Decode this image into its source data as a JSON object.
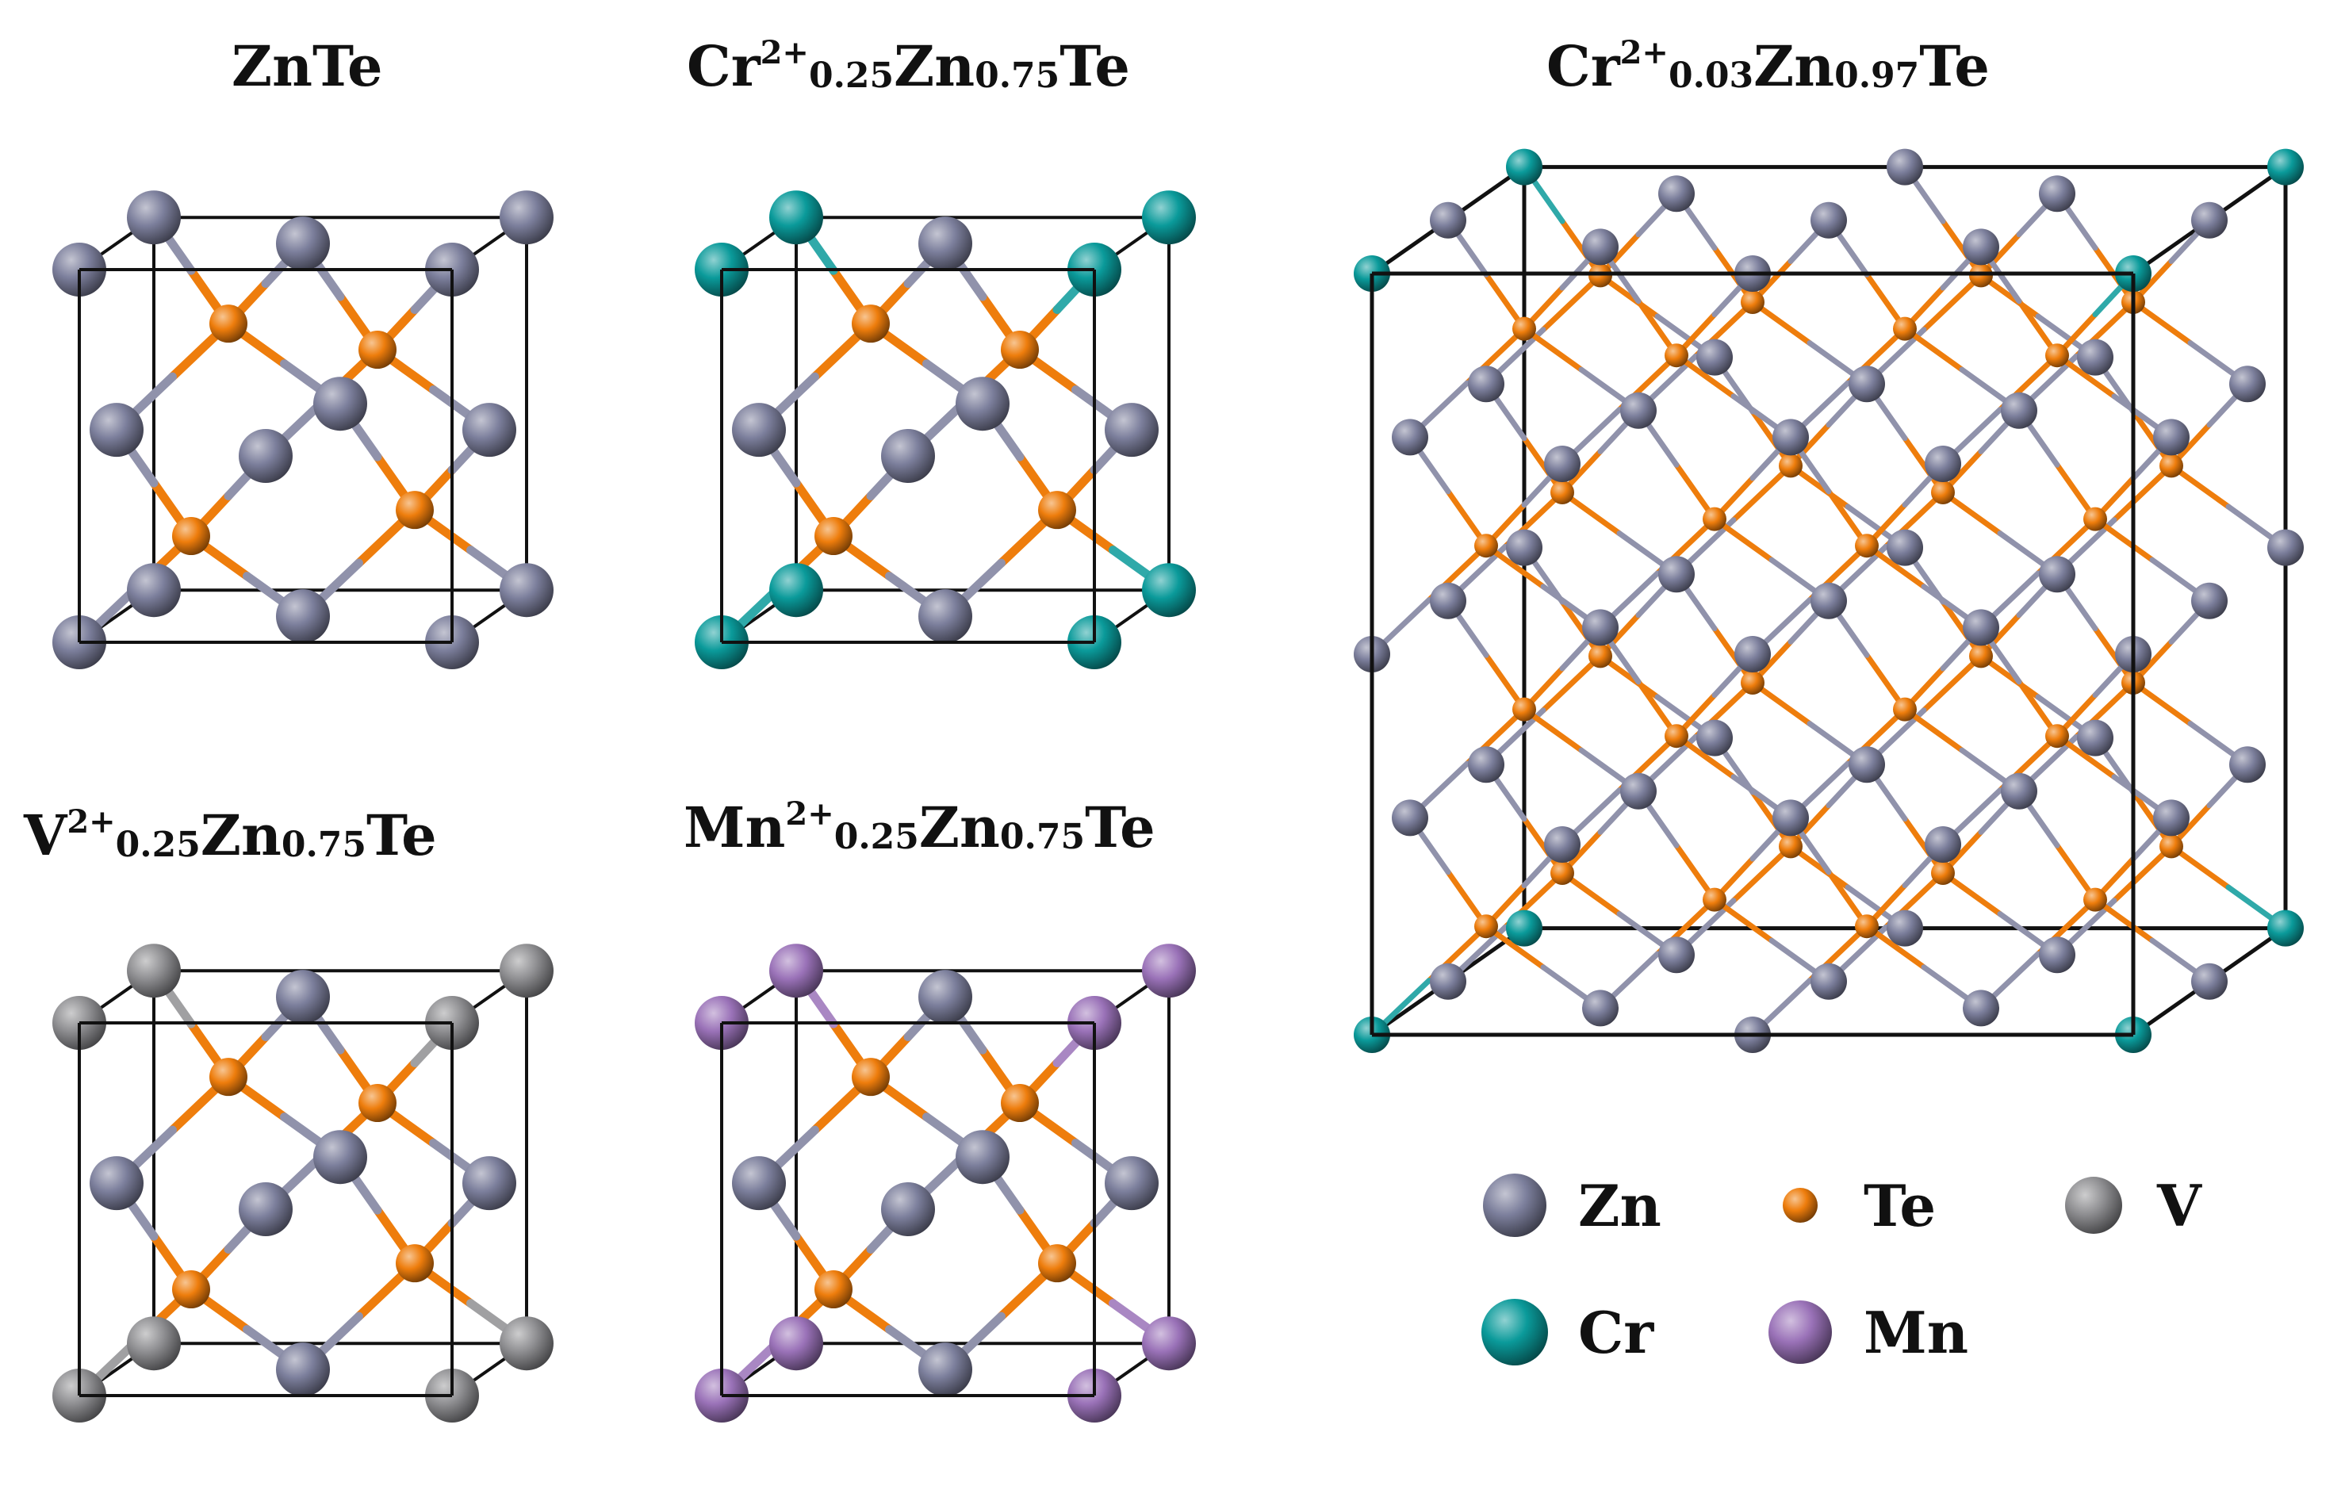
{
  "colors": {
    "zn": "#7c7f9c",
    "te": "#ee7d0c",
    "v": "#8f8f92",
    "cr": "#0a9a9a",
    "mn": "#9a72b8",
    "frame": "#111111"
  },
  "structures": [
    {
      "id": "znte",
      "formula": {
        "a": "ZnTe",
        "a_sup": "",
        "a_sub": "",
        "b": "",
        "b_sub": "",
        "c": ""
      },
      "corner_atom": "Zn",
      "supercell": false
    },
    {
      "id": "cr25",
      "formula": {
        "a": "Cr",
        "a_sup": "2+",
        "a_sub": "0.25",
        "b": "Zn",
        "b_sub": "0.75",
        "c": "Te"
      },
      "corner_atom": "Cr",
      "supercell": false
    },
    {
      "id": "cr03",
      "formula": {
        "a": "Cr",
        "a_sup": "2+",
        "a_sub": "0.03",
        "b": "Zn",
        "b_sub": "0.97",
        "c": "Te"
      },
      "corner_atom": "Cr",
      "supercell": true
    },
    {
      "id": "v25",
      "formula": {
        "a": "V",
        "a_sup": "2+",
        "a_sub": "0.25",
        "b": "Zn",
        "b_sub": "0.75",
        "c": "Te"
      },
      "corner_atom": "V",
      "supercell": false
    },
    {
      "id": "mn25",
      "formula": {
        "a": "Mn",
        "a_sup": "2+",
        "a_sub": "0.25",
        "b": "Zn",
        "b_sub": "0.75",
        "c": "Te"
      },
      "corner_atom": "Mn",
      "supercell": false
    }
  ],
  "legend": [
    {
      "id": "zn",
      "label": "Zn"
    },
    {
      "id": "te",
      "label": "Te"
    },
    {
      "id": "v",
      "label": "V"
    },
    {
      "id": "cr",
      "label": "Cr"
    },
    {
      "id": "mn",
      "label": "Mn"
    }
  ]
}
